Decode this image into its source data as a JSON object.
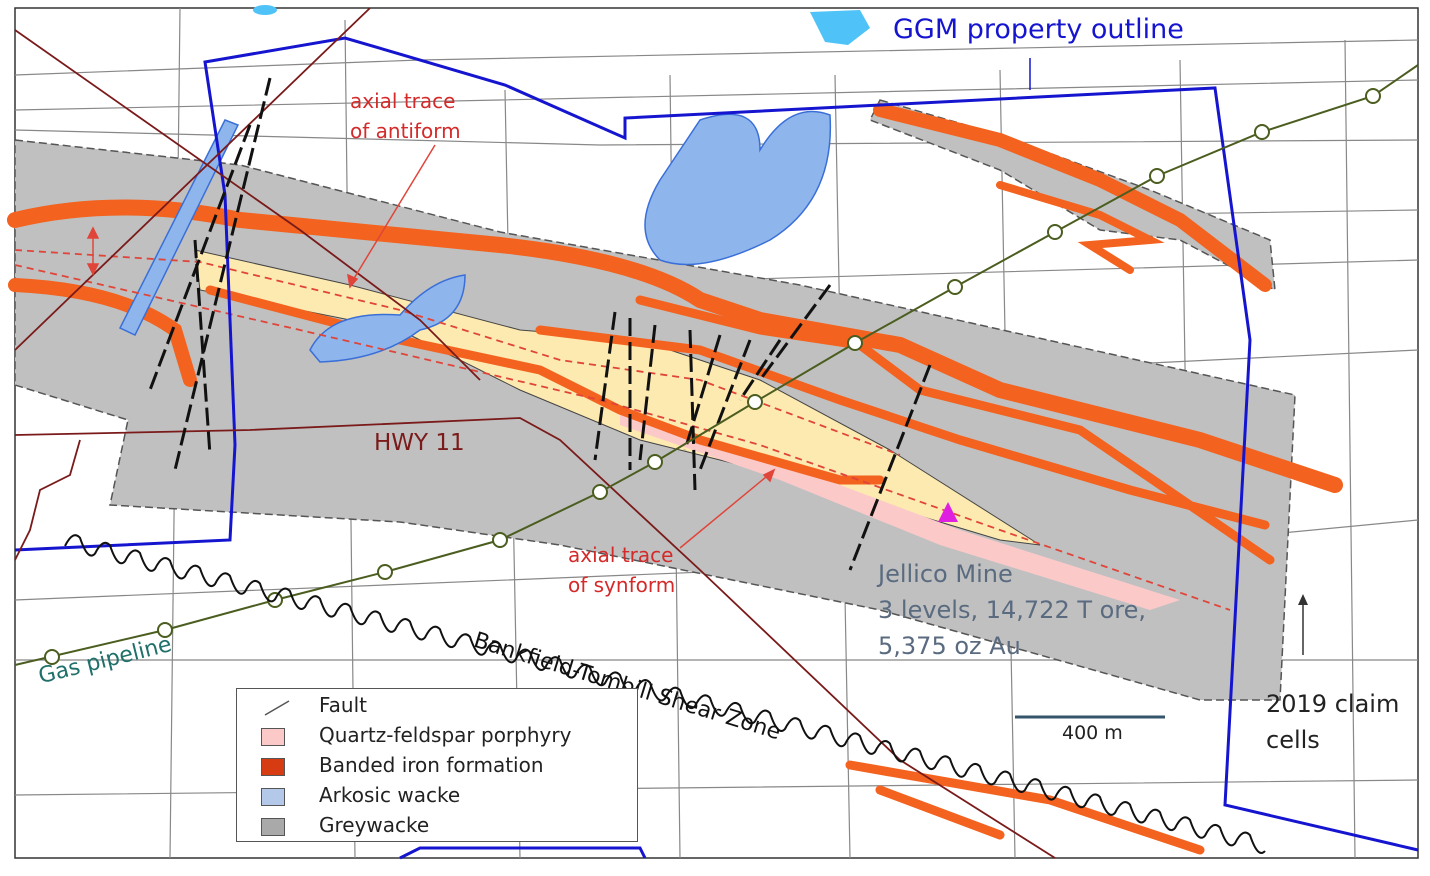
{
  "labels": {
    "property_outline": "GGM property outline",
    "antiform": [
      "axial trace",
      "of antiform"
    ],
    "synform": [
      "axial trace",
      "of synform"
    ],
    "highway": "HWY 11",
    "mine_name": "Jellico Mine",
    "mine_detail_1": "3 levels, 14,722 T ore,",
    "mine_detail_2": "5,375 oz Au",
    "shear_zone": "Bankfield-Tombill Shear Zone",
    "pipeline": "Gas pipeline",
    "claim_cells": [
      "2019 claim",
      "cells"
    ],
    "scale": "400 m"
  },
  "legend": [
    {
      "label": "Fault",
      "color": "#555555",
      "type": "line"
    },
    {
      "label": "Quartz-feldspar porphyry",
      "color": "#fcc9c9",
      "type": "fill"
    },
    {
      "label": "Banded iron formation",
      "color": "#d63b12",
      "type": "fill"
    },
    {
      "label": "Arkosic wacke",
      "color": "#b4c9ea",
      "type": "fill"
    },
    {
      "label": "Greywacke",
      "color": "#a9a9a9",
      "type": "fill"
    }
  ],
  "colors": {
    "greywacke": "#c0c0c0",
    "bif": "#f3621e",
    "porphyry_zone": "#fdeab0",
    "arkose": "#8fb6ec",
    "property": "#1515d0",
    "road": "#7a1a1a",
    "pipeline": "#4b5d1f",
    "mine": "#e020e0"
  }
}
